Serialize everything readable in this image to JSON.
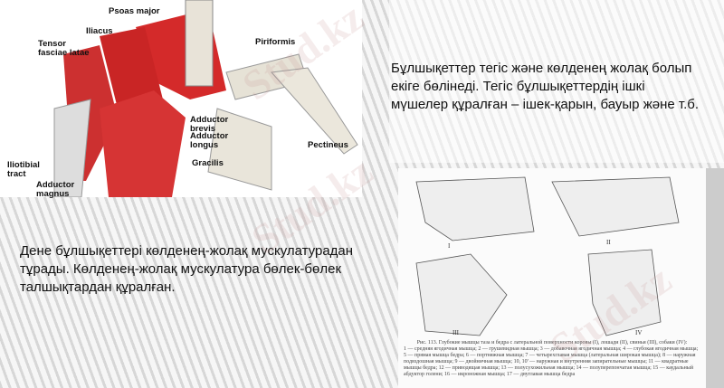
{
  "slide": {
    "paragraph_top": "Бұлшықеттер тегіс және көлденең жолақ болып екіге бөлінеді. Тегіс бұлшықеттердің ішкі мүшелер құралған – ішек-қарын, бауыр және т.б.",
    "paragraph_bottom": "Дене бұлшықеттері көлденең-жолақ мускулатурадан тұрады. Көлденең-жолақ мускулатура бөлек-бөлек талшықтардан құралған."
  },
  "anatomy_figure": {
    "labels": [
      "Psoas major",
      "Iliacus",
      "Tensor fasciae latae",
      "Piriformis",
      "Adductor brevis",
      "Adductor longus",
      "Pectineus",
      "Gracilis",
      "Iliotibial tract",
      "Adductor magnus"
    ],
    "muscle_color": "#d42a2a"
  },
  "scan_figure": {
    "panels": [
      "I",
      "II",
      "III",
      "IV"
    ],
    "caption_title": "Рис. 113. Глубокие мышцы таза и бедра с латеральной поверхности коровы (I), лошади (II), свиньи (III), собаки (IV):",
    "caption_legend": "1 — средняя ягодичная мышца; 2 — грушевидная мышца; 3 — добавочная ягодичная мышца; 4 — глубокая ягодичная мышца; 5 — прямая мышца бедра; 6 — портняжная мышца; 7 — четырехглавая мышца (латеральная широкая мышца); 8 — наружная подвздошная мышца; 9 — двойничная мышца; 10, 10' — наружная и внутренняя запирательные мышцы; 11 — квадратные мышцы бедра; 12 — приводящая мышца; 13 — полусухожильная мышца; 14 — полуперепончатая мышца; 15 — каудальный абдуктор голени; 16 — икроножная мышца; 17 — двуглавая мышца бедра"
  },
  "watermark": "Stud.kz"
}
